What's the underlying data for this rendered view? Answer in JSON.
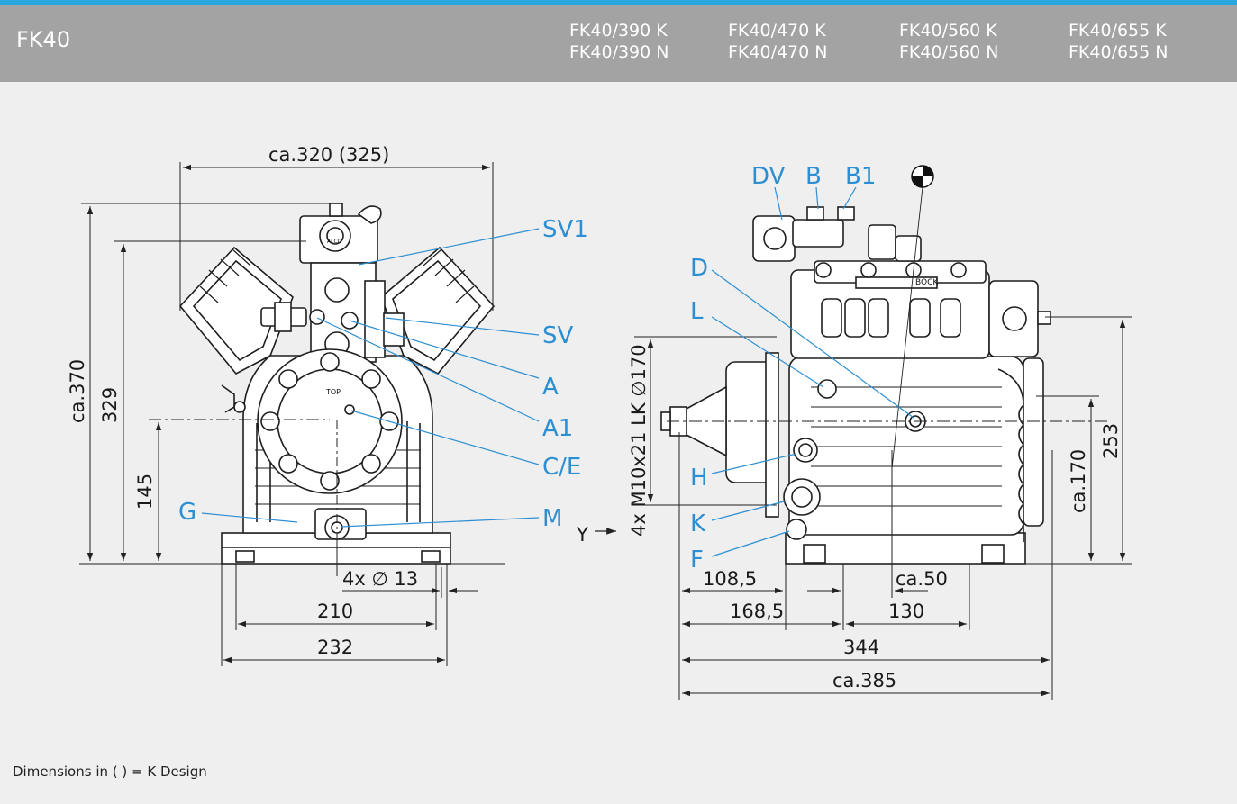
{
  "header": {
    "title": "FK40",
    "models": [
      {
        "k": "FK40/390 K",
        "n": "FK40/390 N"
      },
      {
        "k": "FK40/470 K",
        "n": "FK40/470 N"
      },
      {
        "k": "FK40/560 K",
        "n": "FK40/560 N"
      },
      {
        "k": "FK40/655 K",
        "n": "FK40/655 N"
      }
    ]
  },
  "front_view": {
    "dims": {
      "width_top": "ca.320 (325)",
      "height_total": "ca.370",
      "height_329": "329",
      "height_145": "145",
      "holes": "4x ∅ 13",
      "d210": "210",
      "d232": "232"
    },
    "labels": {
      "sv1": "SV1",
      "sv": "SV",
      "a": "A",
      "a1": "A1",
      "ce": "C/E",
      "m": "M",
      "g": "G",
      "y": "Y"
    }
  },
  "side_view": {
    "dims": {
      "flange": "4x M10x21 LK ∅170",
      "d108": "108,5",
      "d168": "168,5",
      "ca50": "ca.50",
      "d130": "130",
      "d344": "344",
      "ca385": "ca.385",
      "ca170": "ca.170",
      "d253": "253"
    },
    "labels": {
      "dv": "DV",
      "b": "B",
      "b1": "B1",
      "d": "D",
      "l": "L",
      "h": "H",
      "k": "K",
      "f": "F"
    }
  },
  "colors": {
    "accent": "#2aa6df",
    "label": "#2d8fd2",
    "header_bg": "#a3a3a3",
    "page_bg": "#efefef"
  },
  "footer": {
    "note": "Dimensions in ( ) = K Design"
  }
}
